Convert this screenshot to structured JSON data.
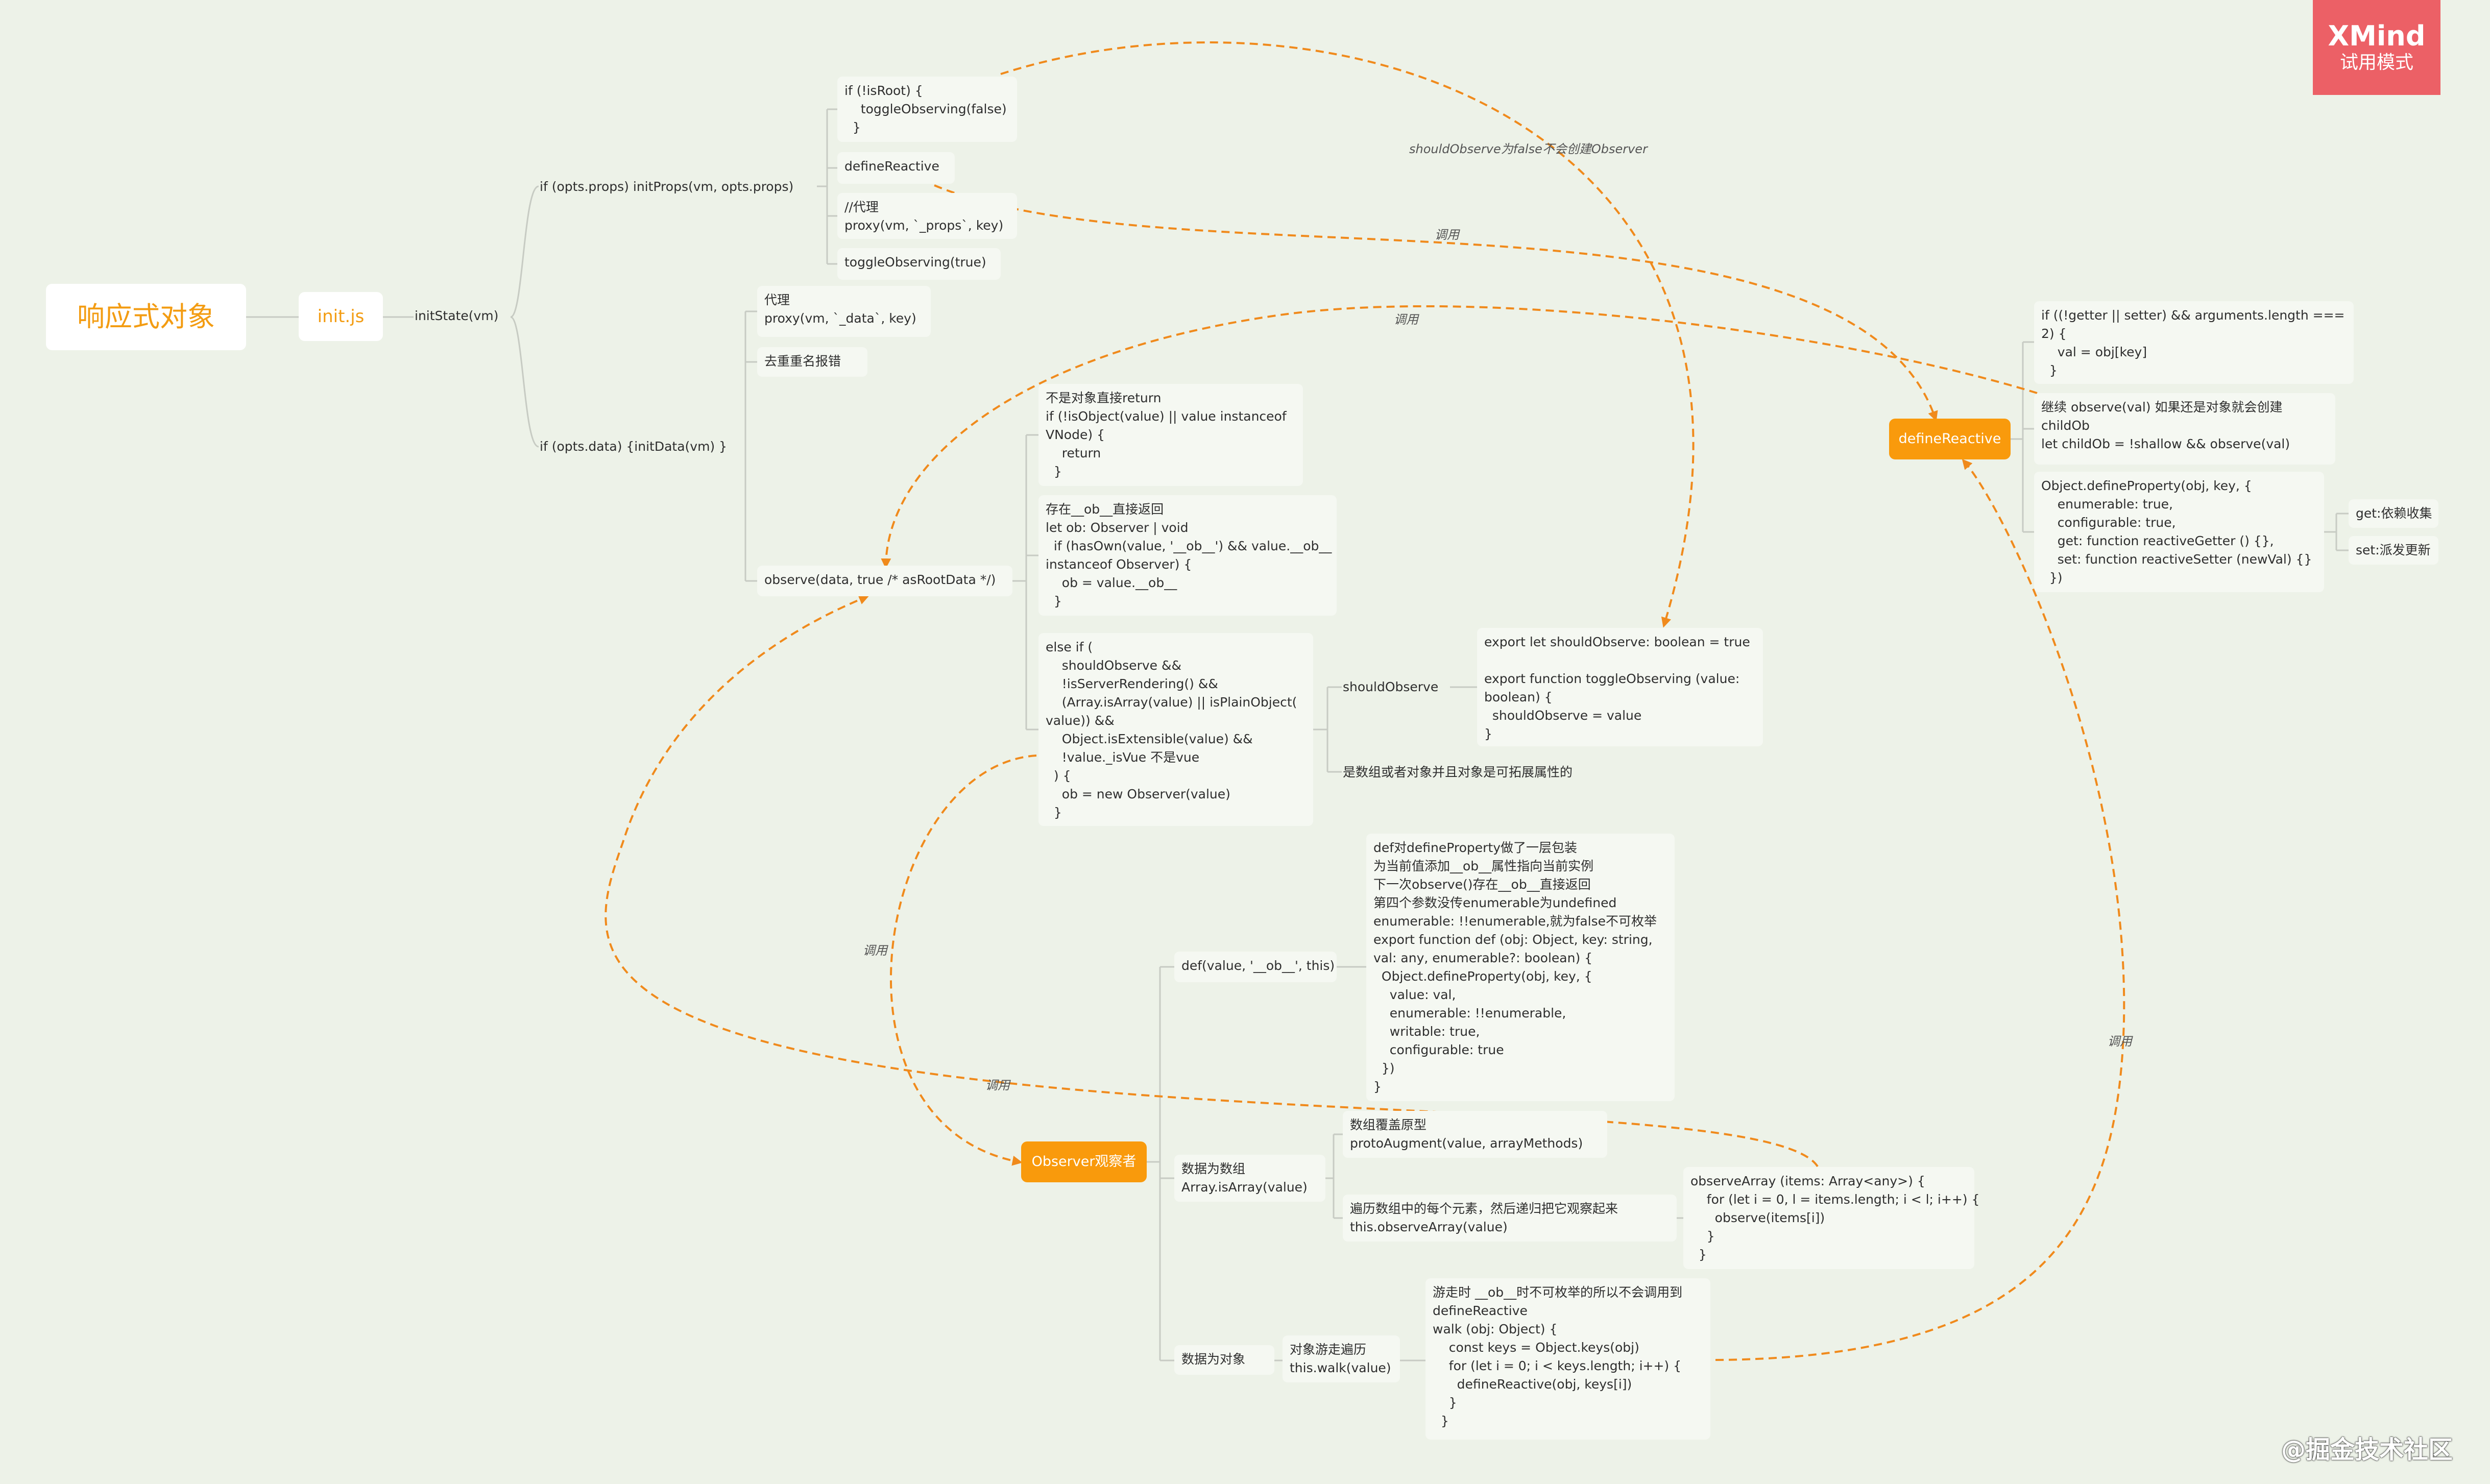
{
  "badge": {
    "brand": "XMind",
    "mode": "试用模式"
  },
  "watermark": "@掘金技术社区",
  "nodes": {
    "root": "响应式对象",
    "initjs": "init.js",
    "initState": "initState(vm)",
    "initProps": "if (opts.props) initProps(vm, opts.props)",
    "props_root": "if (!isRoot) {\n    toggleObserving(false)\n  }",
    "props_define": "defineReactive",
    "props_proxy": "//代理\nproxy(vm, `_props`, key)",
    "props_toggle": "toggleObserving(true)",
    "initData": "if (opts.data) {initData(vm) }",
    "data_proxy": "代理\nproxy(vm, `_data`, key)",
    "data_dup": "去重重名报错",
    "observe": "observe(data, true /* asRootData */)",
    "obs_notobj": "不是对象直接return\nif (!isObject(value) || value instanceof\nVNode) {\n    return\n  }",
    "obs_exist": "存在__ob__直接返回\nlet ob: Observer | void\n  if (hasOwn(value, '__ob__') && value.__ob__\ninstanceof Observer) {\n    ob = value.__ob__\n  }",
    "obs_else": "else if (\n    shouldObserve &&\n    !isServerRendering() &&\n    (Array.isArray(value) || isPlainObject(\nvalue)) &&\n    Object.isExtensible(value) &&\n    !value._isVue 不是vue\n  ) {\n    ob = new Observer(value)\n  }",
    "shouldObserve": "shouldObserve",
    "should_code": "export let shouldObserve: boolean = true\n\nexport function toggleObserving (value:\nboolean) {\n  shouldObserve = value\n}",
    "array_or_obj": "是数组或者对象并且对象是可拓展属性的",
    "observer": "Observer观察者",
    "def_call": "def(value, '__ob__', this)",
    "def_desc": "def对defineProperty做了一层包装\n为当前值添加__ob__属性指向当前实例\n下一次observe()存在__ob__直接返回\n第四个参数没传enumerable为undefined\nenumerable: !!enumerable,就为false不可枚举\nexport function def (obj: Object, key: string,\nval: any, enumerable?: boolean) {\n  Object.defineProperty(obj, key, {\n    value: val,\n    enumerable: !!enumerable,\n    writable: true,\n    configurable: true\n  })\n}",
    "is_array": "数据为数组\nArray.isArray(value)",
    "proto_aug": "数组覆盖原型\nprotoAugment(value, arrayMethods)",
    "walk_array": "遍历数组中的每个元素，然后递归把它观察起来\nthis.observeArray(value)",
    "observe_array_code": "observeArray (items: Array<any>) {\n    for (let i = 0, l = items.length; i < l; i++) {\n      observe(items[i])\n    }\n  }",
    "is_object": "数据为对象",
    "walk_obj": "对象游走遍历\nthis.walk(value)",
    "walk_code": "游走时 __ob__时不可枚举的所以不会调用到\ndefineReactive\nwalk (obj: Object) {\n    const keys = Object.keys(obj)\n    for (let i = 0; i < keys.length; i++) {\n      defineReactive(obj, keys[i])\n    }\n  }",
    "defineReactive": "defineReactive",
    "dr_getter": "if ((!getter || setter) && arguments.length ===\n2) {\n    val = obj[key]\n  }",
    "dr_child": "继续 observe(val) 如果还是对象就会创建\nchildOb\nlet childOb = !shallow && observe(val)",
    "dr_define": "Object.defineProperty(obj, key, {\n    enumerable: true,\n    configurable: true,\n    get: function reactiveGetter () {},\n    set: function reactiveSetter (newVal) {}\n  })",
    "get_dep": "get:依赖收集",
    "set_update": "set:派发更新"
  },
  "edge_labels": {
    "should_false": "shouldObserve为false不会创建Observer",
    "call_props": "调用",
    "call_child": "调用",
    "call_obs": "调用",
    "call_array": "调用",
    "call_walk": "调用"
  },
  "colors": {
    "accent": "#f39c12",
    "orange_node": "#f99a0c",
    "badge": "#ec6066",
    "line": "#c7cbc3",
    "dash": "#f08a1c"
  }
}
